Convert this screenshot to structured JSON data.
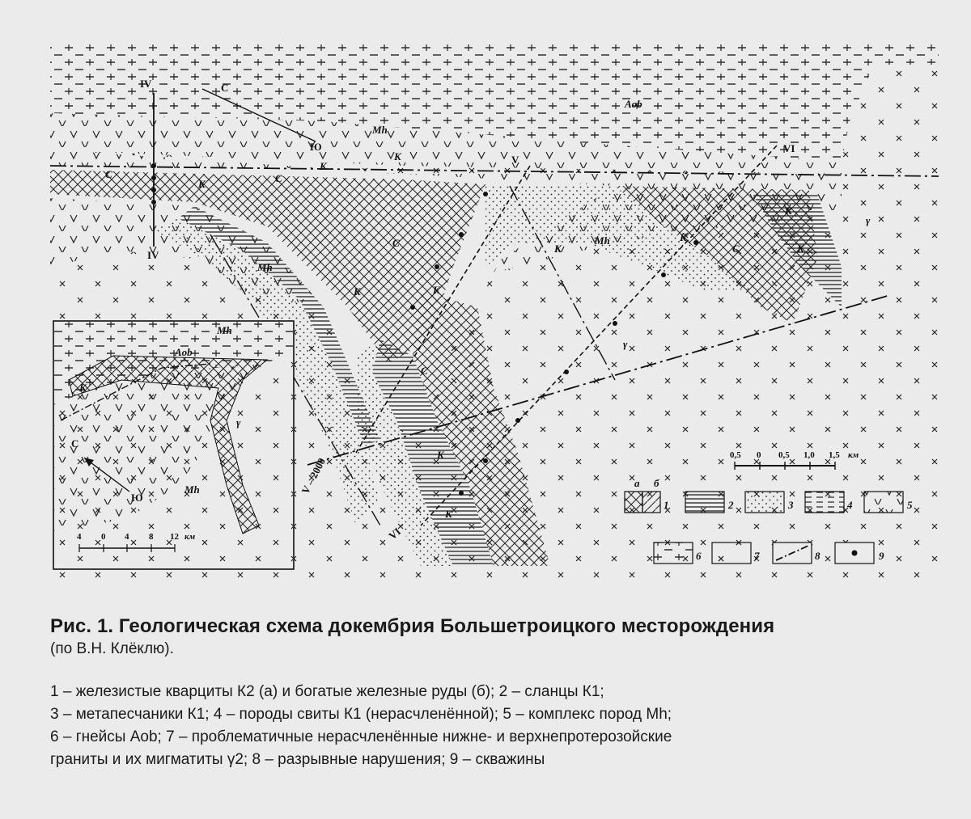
{
  "map": {
    "labels": {
      "aob_main": "Aob",
      "mh_top": "Mh",
      "mh_left": "Mh",
      "mh_right": "Mh",
      "k1_a": "K",
      "k1_b": "K",
      "k2_a": "K",
      "k2_b": "K",
      "k2_c": "K",
      "k2_d": "K",
      "c2_a": "C",
      "c2_b": "C",
      "c2_c": "C",
      "c2_d": "C",
      "c2_e": "C",
      "k1_c": "K",
      "k1_d": "K",
      "k1_e": "K",
      "k1_f": "K",
      "k1_g": "K",
      "gamma_right": "γ",
      "gamma_mid": "γ",
      "profile_iv_top": "IV",
      "profile_iv_bottom": "IV",
      "profile_v_top": "V",
      "profile_v_bottom": "V – 2000",
      "profile_vi_top": "VI",
      "profile_vi_bottom": "VI",
      "north_s": "С",
      "north_yu": "Ю"
    },
    "scale_main": {
      "ticks": [
        "0,5",
        "0",
        "0,5",
        "1,0",
        "1,5"
      ],
      "unit": "км"
    },
    "legend": {
      "sub_a": "а",
      "sub_b": "б",
      "items": [
        "1",
        "2",
        "3",
        "4",
        "5",
        "6",
        "7",
        "8",
        "9"
      ]
    },
    "inset": {
      "aob": "Aob",
      "mh_top": "Mh",
      "mh_bottom": "Mh",
      "gamma": "γ",
      "k1": "K",
      "north_s": "С",
      "north_yu": "Ю",
      "scale_ticks": [
        "4",
        "0",
        "4",
        "8",
        "12"
      ],
      "scale_unit": "км"
    }
  },
  "caption": {
    "title": "Рис. 1. Геологическая схема докембрия Большетроицкого месторождения",
    "author": "(по В.Н. Клёклю).",
    "legend_lines": [
      "1 – железистые кварциты К2 (а) и богатые железные руды (б); 2 – сланцы К1;",
      "3 – метапесчаники К1; 4 – породы свиты К1 (нерасчленённой); 5 – комплекс пород Mh;",
      "6 – гнейсы Aob; 7 – проблематичные нерасчленённые нижне- и верхнепротерозойские",
      "граниты и их мигматиты γ2; 8 – разрывные нарушения; 9 – скважины"
    ]
  }
}
